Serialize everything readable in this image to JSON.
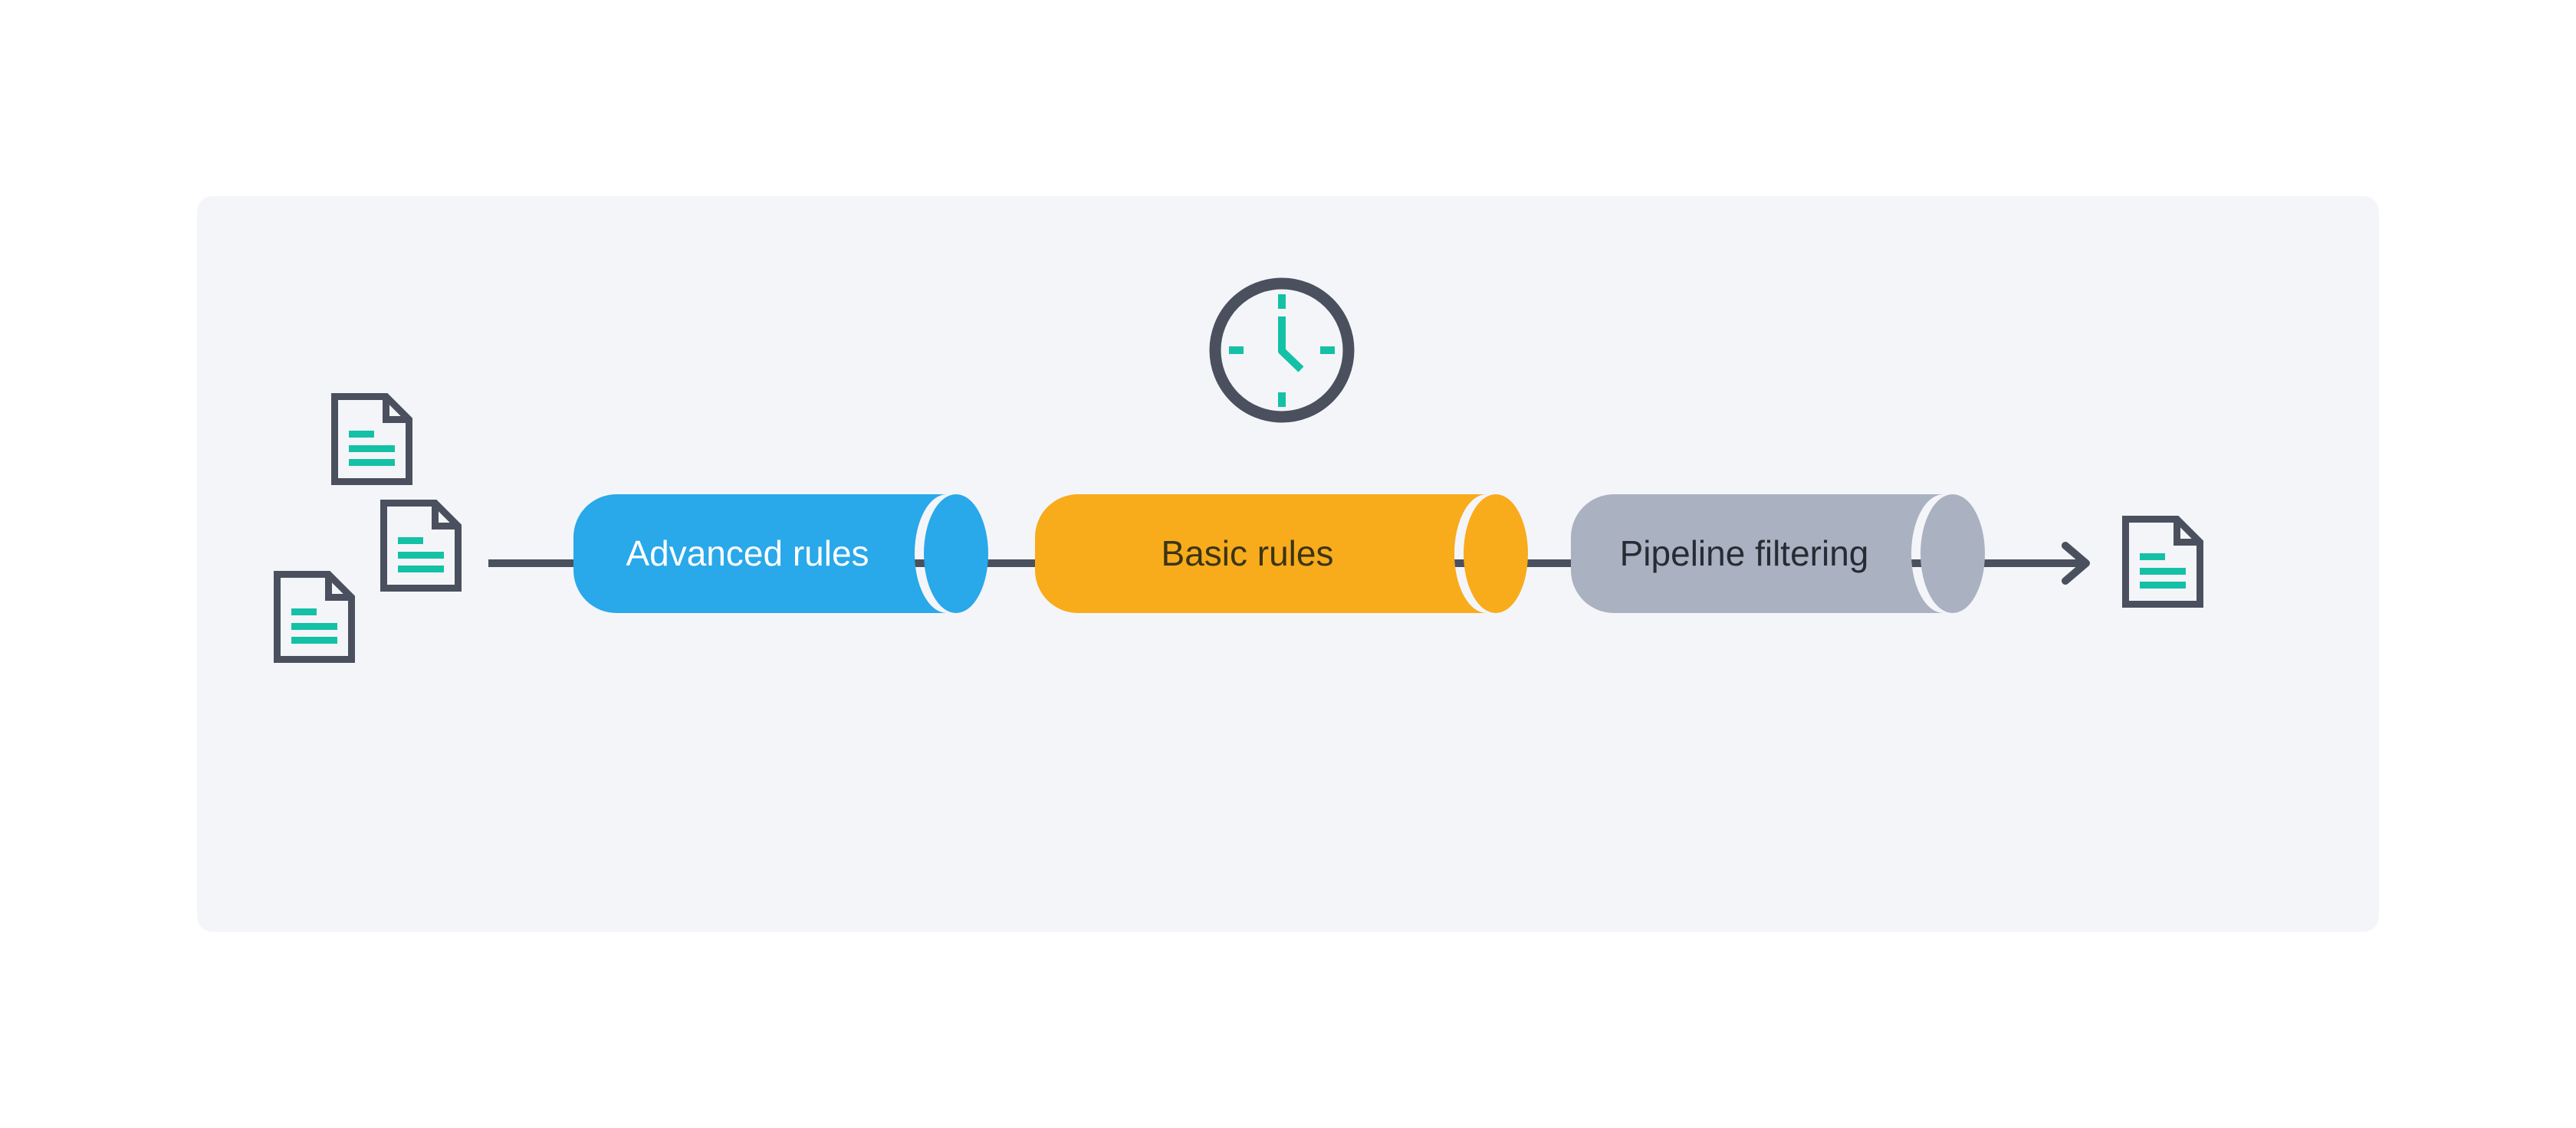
{
  "colors": {
    "page_bg": "#FFFFFF",
    "panel_bg": "#F4F5F9",
    "outline": "#4A505E",
    "accent_teal": "#14C1A6"
  },
  "stages": [
    {
      "label": "Advanced rules",
      "fill": "#29A8EA",
      "text_color": "#FFFFFF"
    },
    {
      "label": "Basic rules",
      "fill": "#F8AC1B",
      "text_color": "#3B3416"
    },
    {
      "label": "Pipeline filtering",
      "fill": "#AAB1C1",
      "text_color": "#272C34"
    }
  ],
  "icons": {
    "input_documents": [
      "document-icon",
      "document-icon",
      "document-icon"
    ],
    "clock": "clock-icon",
    "output_document": "document-icon",
    "flow_arrow": "arrow-right-icon"
  }
}
